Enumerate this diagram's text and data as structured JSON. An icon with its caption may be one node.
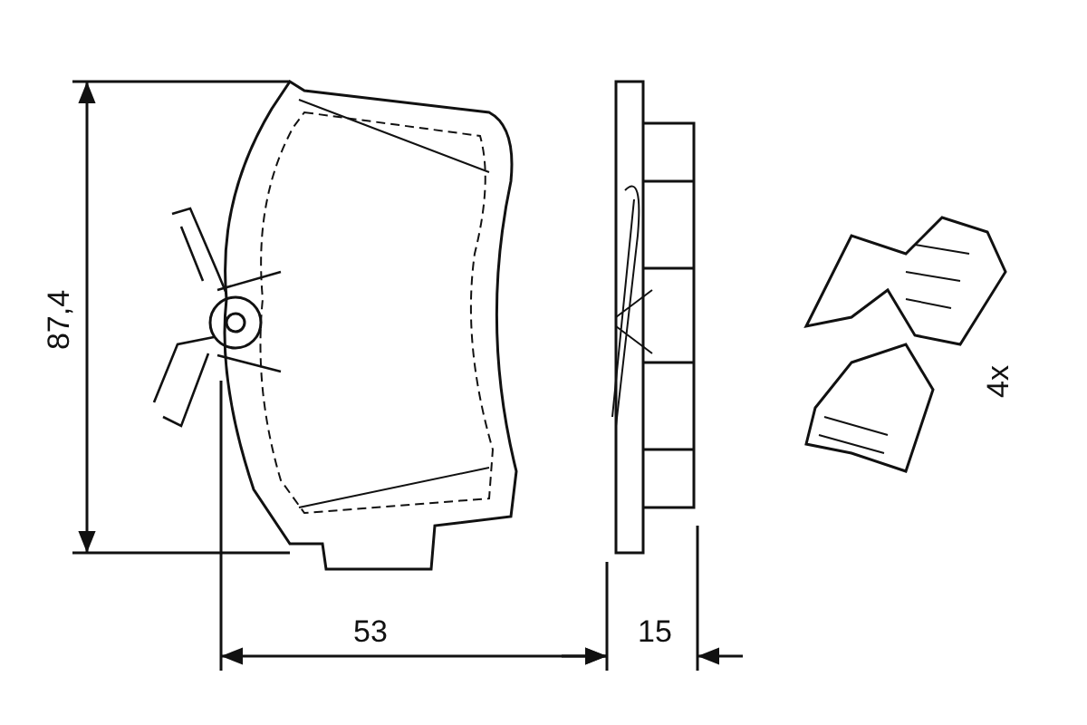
{
  "diagram": {
    "labels": [
      "87,4",
      "53",
      "15",
      "4x"
    ]
  }
}
